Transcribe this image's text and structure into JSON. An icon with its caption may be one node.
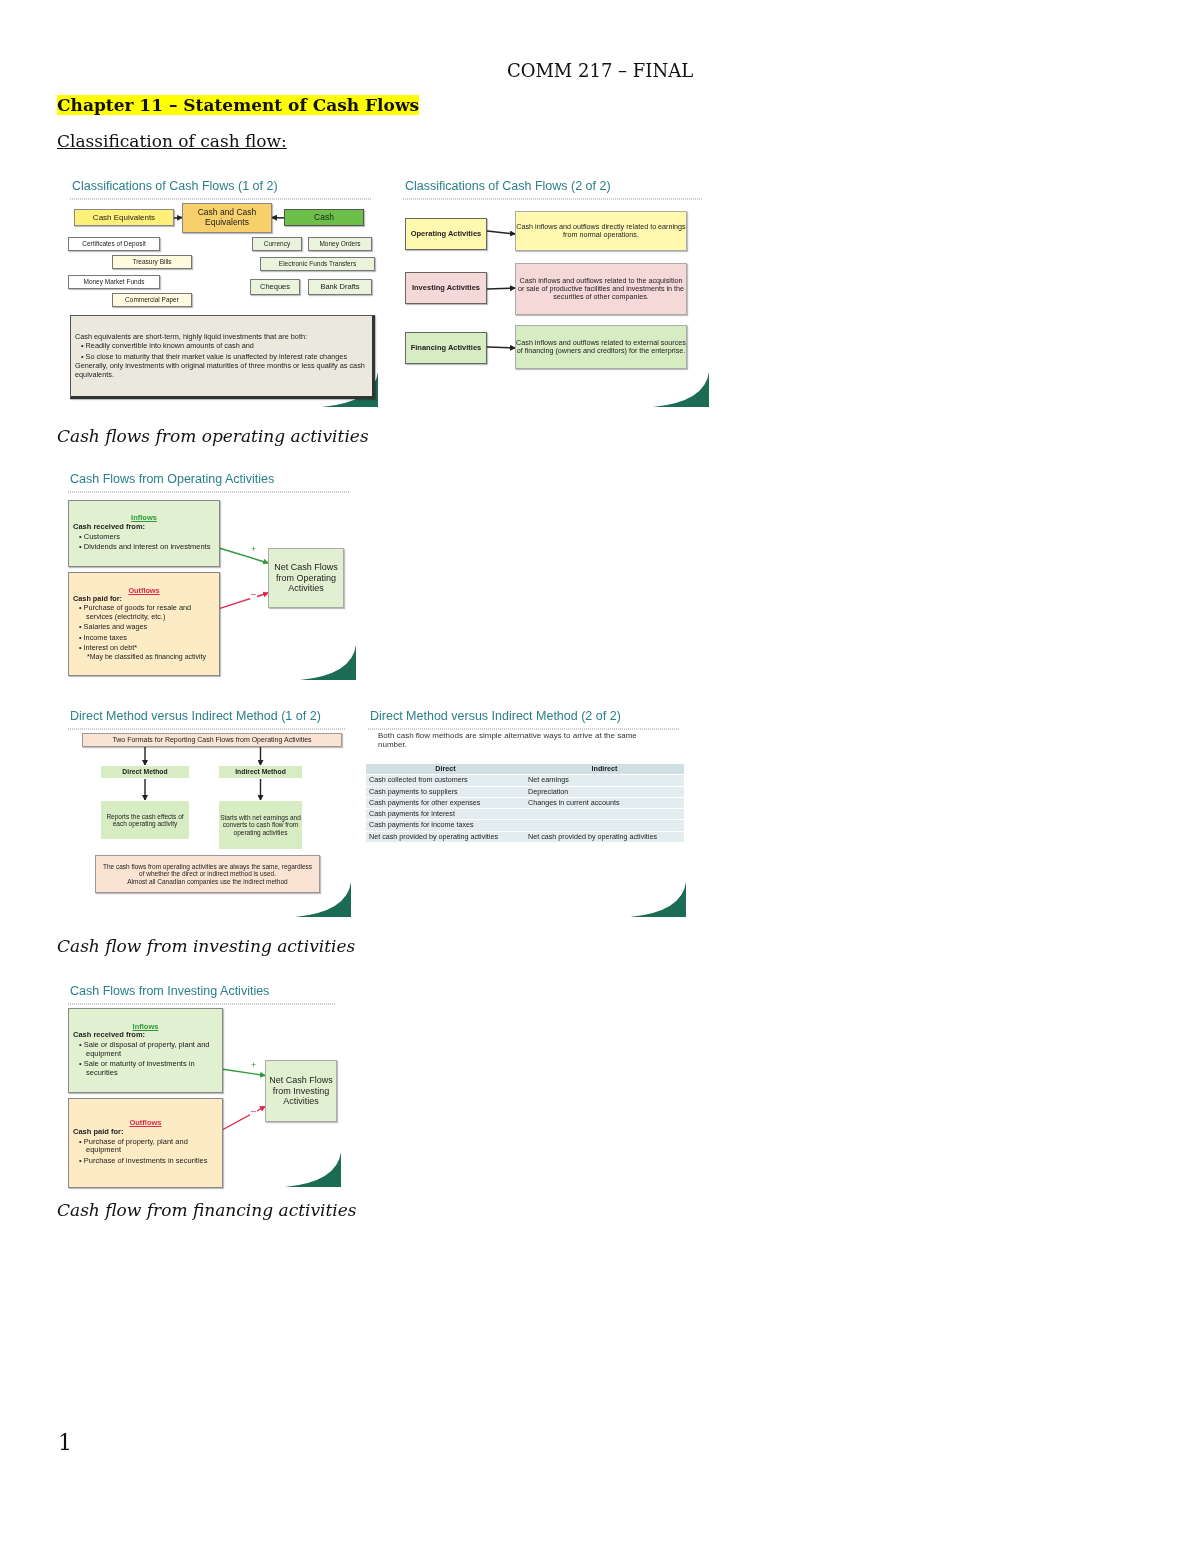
{
  "diagram": {
    "nodes": [
      {
        "text": [
          "Classifications of Cash Flows (1 of 2)"
        ]
      },
      {
        "text": [
          "Cash Equivalents"
        ],
        "in": 0
      },
      {
        "text": [
          "Cash and Cash Equivalents"
        ],
        "in": 0
      },
      {
        "text": [
          "Cash"
        ],
        "in": 0
      },
      {
        "text": [
          "Certificates of Deposit"
        ],
        "in": 0
      },
      {
        "text": [
          "Treasury Bills"
        ],
        "in": 0
      },
      {
        "text": [
          "Money Market Funds"
        ],
        "in": 0
      },
      {
        "text": [
          "Commercial Paper"
        ],
        "in": 0
      },
      {
        "text": [
          "Currency"
        ],
        "in": 0
      },
      {
        "text": [
          "Money Orders"
        ],
        "in": 0
      },
      {
        "text": [
          "Electronic Funds Transfers"
        ],
        "in": 0
      },
      {
        "text": [
          "Cheques"
        ],
        "in": 0
      },
      {
        "text": [
          "Bank Drafts"
        ],
        "in": 0
      },
      {
        "text": [
          "Cash equivalents are short-term, highly liquid investments that are both:",
          "• Readily convertible into known amounts of cash and",
          "• So close to maturity that their market value is unaffected by interest rate changes",
          "Generally, only investments with original maturities of three months or less qualify as cash equivalents."
        ],
        "in": 0
      },
      {
        "text": [
          "Classifications of Cash Flows (2 of 2)"
        ]
      },
      {
        "text": [
          "Operating Activities"
        ],
        "in": 14
      },
      {
        "text": [
          "Cash inflows and outflows directly related to earnings from normal operations."
        ],
        "in": 14
      },
      {
        "text": [
          "Investing Activities"
        ],
        "in": 14
      },
      {
        "text": [
          "Cash inflows and outflows related to the acquisition or sale of productive facilities and investments in the securities of other companies."
        ],
        "in": 14
      },
      {
        "text": [
          "Financing Activities"
        ],
        "in": 14
      },
      {
        "text": [
          "Cash inflows and outflows related to external sources of financing (owners and creditors) for the enterprise."
        ],
        "in": 14
      },
      {
        "text": [
          "Cash Flows from Operating Activities"
        ]
      },
      {
        "text": [
          "Inflows",
          "Cash received from:",
          "• Customers",
          "• Dividends and interest on investments"
        ],
        "in": 21
      },
      {
        "text": [
          "Outflows",
          "Cash paid for:",
          "• Purchase of goods for resale and services (electricity, etc.)",
          "• Salaries and wages",
          "• Income taxes",
          "• Interest on debt*",
          "*May be classified as financing activity"
        ],
        "in": 21
      },
      {
        "text": [
          "Net Cash Flows from Operating Activities"
        ],
        "in": 21
      },
      {
        "text": [
          "Direct Method versus Indirect Method (1 of 2)"
        ]
      },
      {
        "text": [
          "Two Formats for Reporting Cash Flows from Operating Activities"
        ],
        "in": 25
      },
      {
        "text": [
          "Direct Method"
        ],
        "in": 25
      },
      {
        "text": [
          "Indirect Method"
        ],
        "in": 25
      },
      {
        "text": [
          "Reports the cash effects of each operating activity"
        ],
        "in": 25
      },
      {
        "text": [
          "Starts with net earnings and converts to cash flow from operating activities"
        ],
        "in": 25
      },
      {
        "text": [
          "The cash flows from operating activities are always the same, regardless of whether the direct or indirect method is used.",
          "Almost all Canadian companies use the indirect method"
        ],
        "in": 25
      },
      {
        "text": [
          "Direct Method versus Indirect Method (2 of 2)",
          "Both cash flow methods are simple alternative ways to arrive at the same number."
        ]
      },
      {
        "text": [
          "Direct",
          "Indirect",
          "Cash collected from customers",
          "Net earnings",
          "Cash payments to suppliers",
          "Depreciation",
          "Cash payments for other expenses",
          "Changes in current accounts",
          "Cash payments for interest",
          "Cash payments for income taxes",
          "Net cash provided by operating activities",
          "Net cash provided by operating activities"
        ],
        "in": 32
      },
      {
        "text": [
          "Cash Flows from Investing Activities"
        ]
      },
      {
        "text": [
          "Inflows",
          "Cash received from:",
          "• Sale or disposal of property, plant and equipment",
          "• Sale or maturity of investments in securities"
        ],
        "in": 34
      },
      {
        "text": [
          "Outflows",
          "Cash paid for:",
          "• Purchase of property, plant and equipment",
          "• Purchase of investments in securities"
        ],
        "in": 34
      },
      {
        "text": [
          "Net Cash Flows from Investing Activities"
        ],
        "in": 34
      }
    ],
    "edges": [
      {
        "from": 1,
        "to": 2,
        "arrow": "to"
      },
      {
        "from": 3,
        "to": 2,
        "arrow": "to"
      },
      {
        "from": 15,
        "to": 16,
        "arrow": "to"
      },
      {
        "from": 17,
        "to": 18,
        "arrow": "to"
      },
      {
        "from": 19,
        "to": 20,
        "arrow": "to"
      },
      {
        "from": 22,
        "to": 24,
        "arrow": "to",
        "label": "+",
        "color": "#2e9a3a"
      },
      {
        "from": 23,
        "to": 24,
        "arrow": "to",
        "label": "–",
        "color": "#e0294a"
      },
      {
        "from": 26,
        "to": 27,
        "arrow": "to"
      },
      {
        "from": 26,
        "to": 28,
        "arrow": "to"
      },
      {
        "from": 27,
        "to": 29,
        "arrow": "to"
      },
      {
        "from": 28,
        "to": 30,
        "arrow": "to"
      },
      {
        "from": 35,
        "to": 37,
        "arrow": "to",
        "label": "+",
        "color": "#2e9a3a"
      },
      {
        "from": 36,
        "to": 37,
        "arrow": "to",
        "label": "–",
        "color": "#e0294a"
      }
    ],
    "labels": [
      "COMM 217 – FINAL",
      "Chapter 11 – Statement of Cash Flows",
      "Classification of cash flow:",
      "Cash flows from operating activities",
      "Cash flow from investing activities",
      "Cash flow from financing activities",
      "1"
    ]
  }
}
